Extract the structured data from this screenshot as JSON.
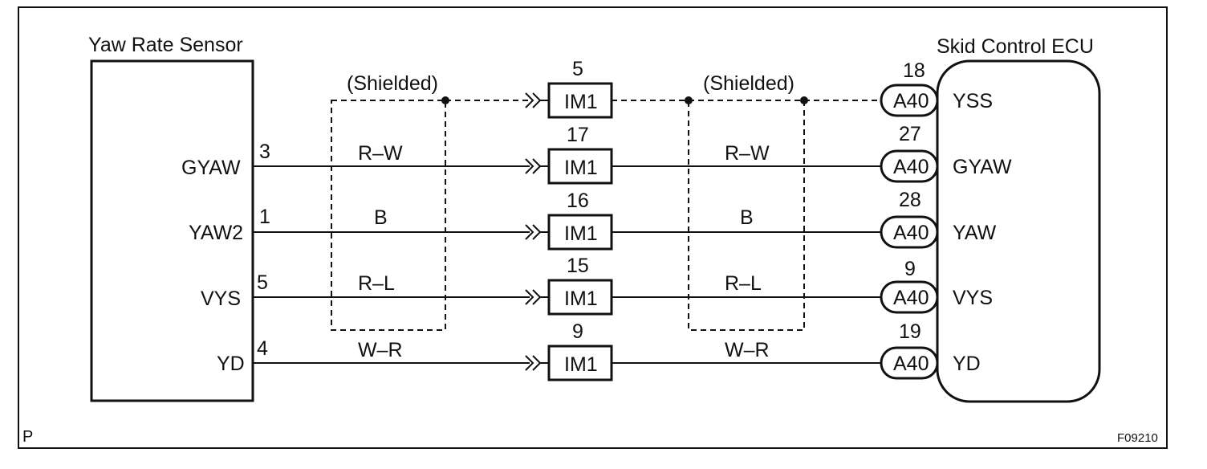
{
  "diagram": {
    "sensor_title": "Yaw Rate Sensor",
    "ecu_title": "Skid Control ECU",
    "shield_label": "(Shielded)",
    "corner_mark": "P",
    "figure_code": "F09210",
    "mid_connector_label": "IM1",
    "ecu_connector_label": "A40",
    "rows": [
      {
        "sensor_pin": "",
        "sensor_signal": "",
        "mid_pin": "5",
        "ecu_pin": "18",
        "ecu_signal": "YSS",
        "wire_left": "",
        "wire_right": ""
      },
      {
        "sensor_pin": "3",
        "sensor_signal": "GYAW",
        "mid_pin": "17",
        "ecu_pin": "27",
        "ecu_signal": "GYAW",
        "wire_left": "R–W",
        "wire_right": "R–W"
      },
      {
        "sensor_pin": "1",
        "sensor_signal": "YAW2",
        "mid_pin": "16",
        "ecu_pin": "28",
        "ecu_signal": "YAW",
        "wire_left": "B",
        "wire_right": "B"
      },
      {
        "sensor_pin": "5",
        "sensor_signal": "VYS",
        "mid_pin": "15",
        "ecu_pin": "9",
        "ecu_signal": "VYS",
        "wire_left": "R–L",
        "wire_right": "R–L"
      },
      {
        "sensor_pin": "4",
        "sensor_signal": "YD",
        "mid_pin": "9",
        "ecu_pin": "19",
        "ecu_signal": "YD",
        "wire_left": "W–R",
        "wire_right": "W–R"
      }
    ]
  }
}
